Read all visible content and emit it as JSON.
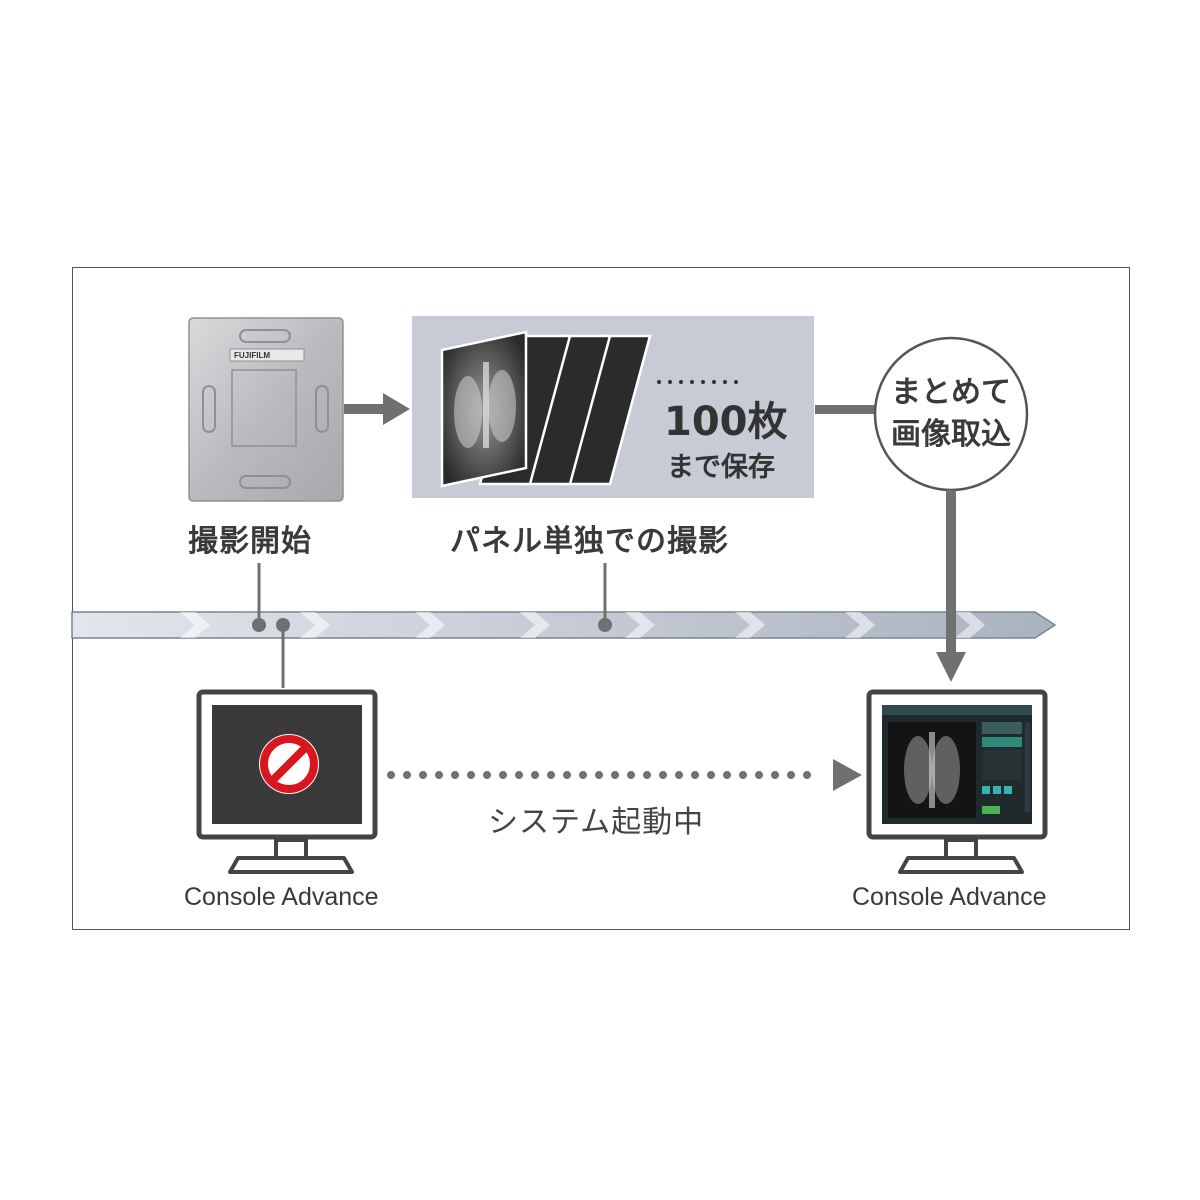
{
  "steps": {
    "start_label": "撮影開始",
    "panel_label": "パネル単独での撮影",
    "storage_count": "100枚",
    "storage_caption": "まで保存",
    "batch_import_line1": "まとめて",
    "batch_import_line2": "画像取込"
  },
  "detector": {
    "brand": "FUJIFILM"
  },
  "consoles": {
    "left_label": "Console Advance",
    "right_label": "Console Advance",
    "booting_label": "システム起動中"
  },
  "colors": {
    "arrow": "#707070",
    "timeline_fill": "#c9d0da",
    "panel_bg": "#c6cbd5",
    "film": "#2b2b2b",
    "prohibit": "#d7161e"
  }
}
